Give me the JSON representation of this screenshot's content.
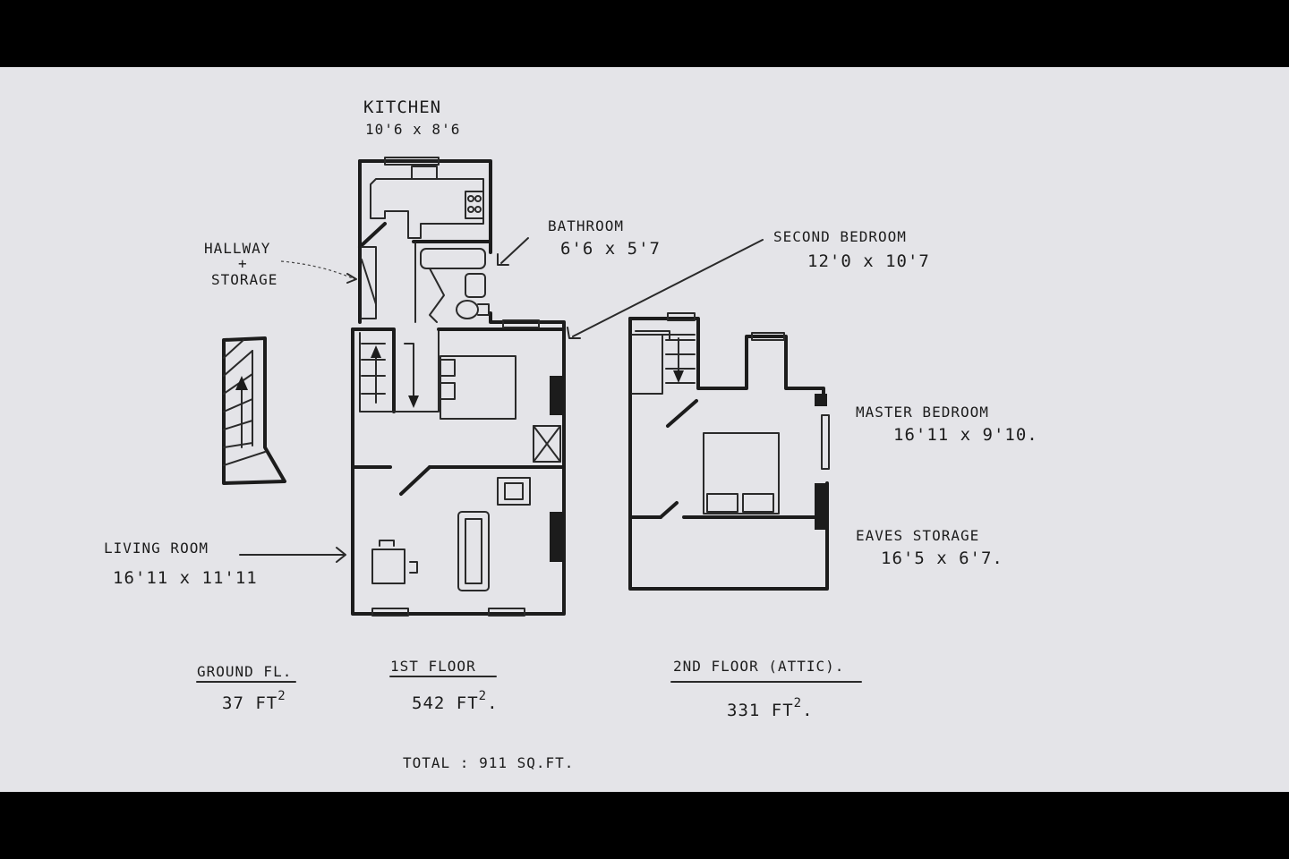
{
  "rooms": {
    "kitchen": {
      "name": "KITCHEN",
      "size": "10'6 x 8'6"
    },
    "bathroom": {
      "name": "BATHROOM",
      "size": "6'6 x 5'7"
    },
    "hallway": {
      "line1": "HALLWAY",
      "line2": "+",
      "line3": "STORAGE"
    },
    "second_bedroom": {
      "name": "SECOND BEDROOM",
      "size": "12'0 x 10'7"
    },
    "master_bedroom": {
      "name": "MASTER BEDROOM",
      "size": "16'11 x 9'10."
    },
    "eaves_storage": {
      "name": "EAVES STORAGE",
      "size": "16'5 x 6'7."
    },
    "living_room": {
      "name": "LIVING ROOM",
      "size": "16'11 x 11'11"
    }
  },
  "floors": {
    "ground": {
      "label": "GROUND FL.",
      "area": "37 FT",
      "sup": "2"
    },
    "first": {
      "label": "1ST FLOOR",
      "area": "542 FT",
      "sup": "2",
      "suffix": "."
    },
    "second": {
      "label": "2ND FLOOR (ATTIC).",
      "area": "331 FT",
      "sup": "2",
      "suffix": "."
    }
  },
  "total": "TOTAL : 911 SQ.FT."
}
